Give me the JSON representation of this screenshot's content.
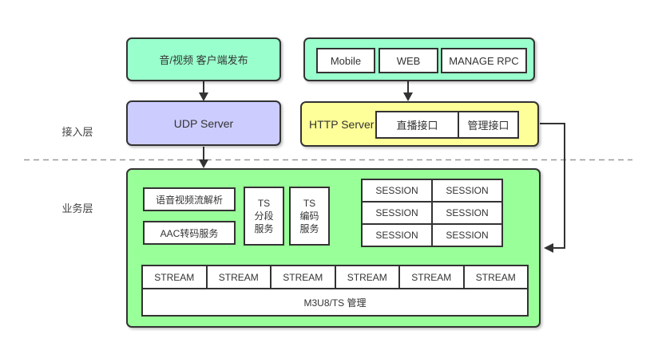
{
  "diagram": {
    "layer_labels": {
      "access": "接入层",
      "business": "业务层"
    },
    "access_layer": {
      "publish_box": "音/视频 客户端发布",
      "udp_server": "UDP Server",
      "client_group": [
        "Mobile",
        "WEB",
        "MANAGE RPC"
      ],
      "http_server": "HTTP Server",
      "http_interfaces": [
        "直播接口",
        "管理接口"
      ]
    },
    "business_layer": {
      "stream_parse": "语音视频流解析",
      "aac_transcode": "AAC转码服务",
      "ts_segment": [
        "TS",
        "分段",
        "服务"
      ],
      "ts_encode": [
        "TS",
        "编码",
        "服务"
      ],
      "sessions": [
        "SESSION",
        "SESSION",
        "SESSION",
        "SESSION",
        "SESSION",
        "SESSION"
      ],
      "streams": [
        "STREAM",
        "STREAM",
        "STREAM",
        "STREAM",
        "STREAM",
        "STREAM"
      ],
      "m3u8_manage": "M3U8/TS 管理"
    },
    "colors": {
      "mint": "#99FFCC",
      "lavender": "#CCCCFF",
      "yellow": "#FFFF99",
      "green": "#99FF99",
      "border": "#333333",
      "divider": "#999999"
    }
  }
}
